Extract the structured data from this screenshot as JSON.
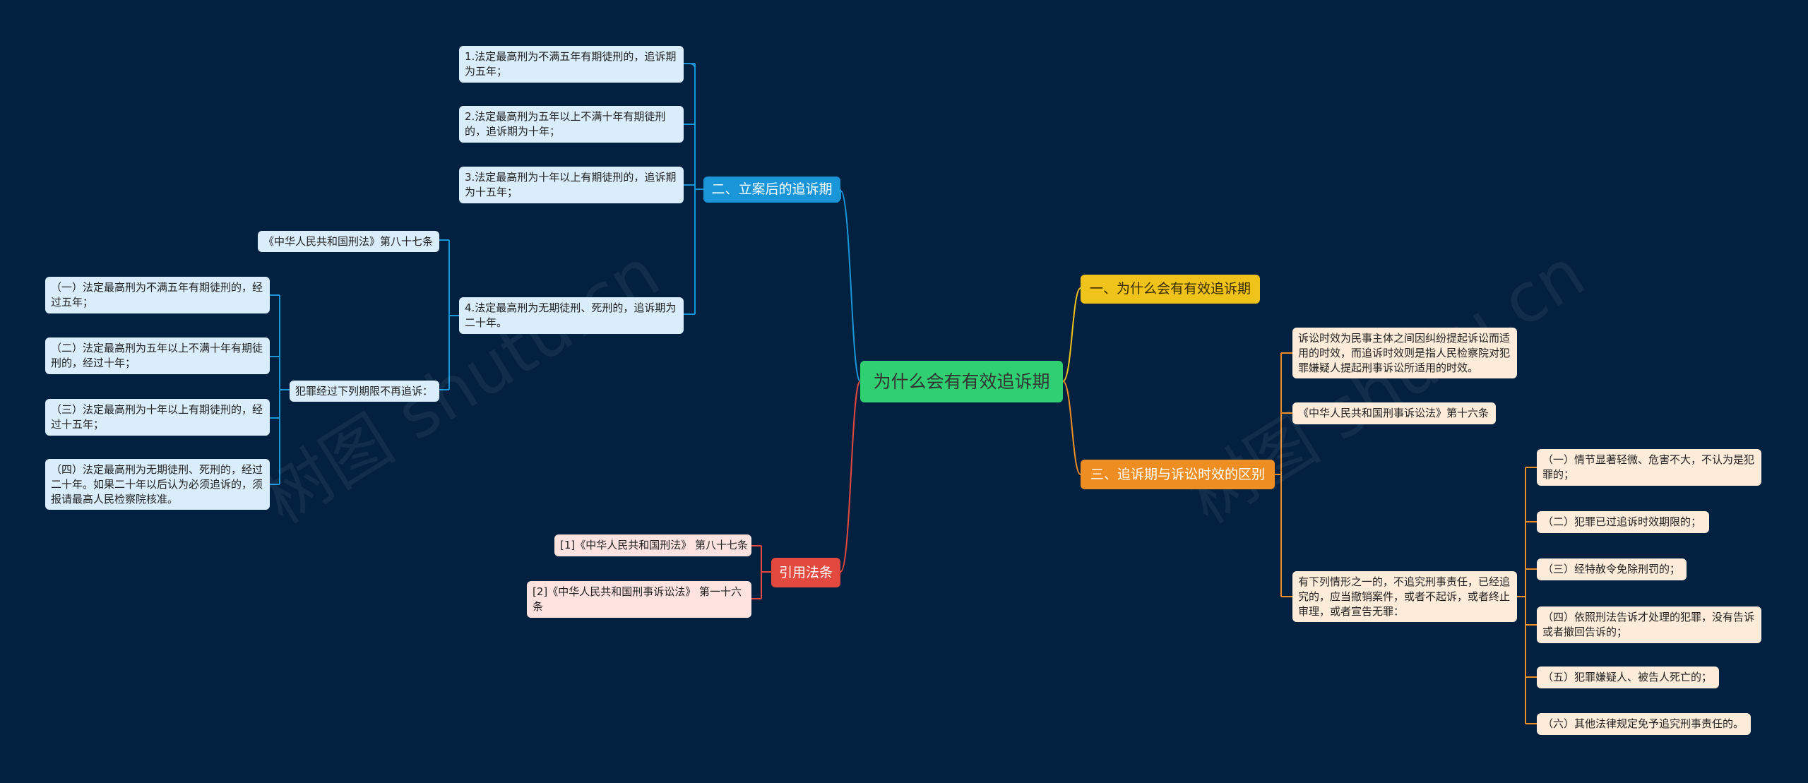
{
  "root": "为什么会有有效追诉期",
  "branches": {
    "b1": "二、立案后的追诉期",
    "b2": "一、为什么会有有效追诉期",
    "b3": "三、追诉期与诉讼时效的区别",
    "b4": "引用法条"
  },
  "left_items": [
    "1.法定最高刑为不满五年有期徒刑的，追诉期为五年；",
    "2.法定最高刑为五年以上不满十年有期徒刑的，追诉期为十年；",
    "3.法定最高刑为十年以上有期徒刑的，追诉期为十五年；",
    "4.法定最高刑为无期徒刑、死刑的，追诉期为二十年。"
  ],
  "sub4": {
    "law": "《中华人民共和国刑法》第八十七条",
    "crime": "犯罪经过下列期限不再追诉：",
    "items": [
      "（一）法定最高刑为不满五年有期徒刑的，经过五年；",
      "（二）法定最高刑为五年以上不满十年有期徒刑的，经过十年；",
      "（三）法定最高刑为十年以上有期徒刑的，经过十五年；",
      "（四）法定最高刑为无期徒刑、死刑的，经过二十年。如果二十年以后认为必须追诉的，须报请最高人民检察院核准。"
    ]
  },
  "refs": [
    "[1]《中华人民共和国刑法》 第八十七条",
    "[2]《中华人民共和国刑事诉讼法》 第一十六条"
  ],
  "right": {
    "desc": "诉讼时效为民事主体之间因纠纷提起诉讼而适用的时效，而追诉时效则是指人民检察院对犯罪嫌疑人提起刑事诉讼所适用的时效。",
    "law": "《中华人民共和国刑事诉讼法》第十六条",
    "cond": "有下列情形之一的，不追究刑事责任，已经追究的，应当撤销案件，或者不起诉，或者终止审理，或者宣告无罪：",
    "items": [
      "（一）情节显著轻微、危害不大，不认为是犯罪的；",
      "（二）犯罪已过追诉时效期限的；",
      "（三）经特赦令免除刑罚的；",
      "（四）依照刑法告诉才处理的犯罪，没有告诉或者撤回告诉的；",
      "（五）犯罪嫌疑人、被告人死亡的；",
      "（六）其他法律规定免予追究刑事责任的。"
    ]
  },
  "watermark": [
    "树图 shutu.cn",
    "树图 shutu.cn"
  ],
  "colors": {
    "background": "#022140",
    "root": "#2fcf72",
    "blue": "#1a96d8",
    "yellow": "#efc319",
    "orange": "#ee8e22",
    "red": "#e3493e"
  }
}
